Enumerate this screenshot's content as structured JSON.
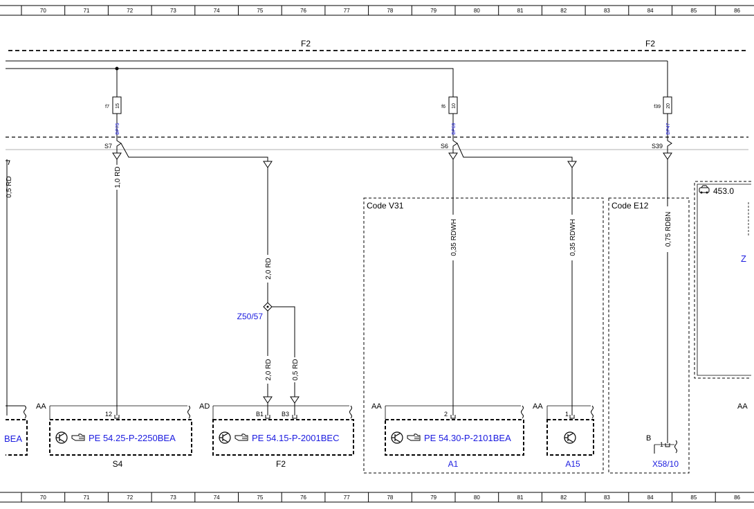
{
  "ruler": {
    "columns": [
      "70",
      "71",
      "72",
      "73",
      "74",
      "75",
      "76",
      "77",
      "78",
      "79",
      "80",
      "81",
      "82",
      "83",
      "84",
      "85",
      "86"
    ]
  },
  "bus": {
    "left": "F2",
    "right": "F2"
  },
  "fuses": [
    {
      "name": "f7",
      "rating": "15",
      "bp": "BP75"
    },
    {
      "name": "f6",
      "rating": "10",
      "bp": "BP69"
    },
    {
      "name": "f39",
      "rating": "20",
      "bp": "BP47"
    }
  ],
  "splices": [
    {
      "name": "S7"
    },
    {
      "name": "S6"
    },
    {
      "name": "S39"
    }
  ],
  "wires": {
    "left_edge": "0,5 RD",
    "s4": "1,0 RD",
    "f2_upper": "2,0 RD",
    "f2_lower": "2,0 RD",
    "f2_branch": "0,5 RD",
    "a1": "0,35 RDWH",
    "a15": "0,35 RDWH",
    "x58": "0,75 RDBN"
  },
  "junction": {
    "name": "Z50/57"
  },
  "codes": {
    "v31": "Code V31",
    "e12": "Code E12"
  },
  "vehicle": {
    "label": "453.0",
    "partial": "Z"
  },
  "modules": [
    {
      "id": "s4",
      "connector": "AA",
      "pin": "12",
      "pe": "PE 54.25-P-2250BEA",
      "name": "S4"
    },
    {
      "id": "f2",
      "connector": "AD",
      "pin": "B1",
      "pin2": "B3",
      "pe": "PE 54.15-P-2001BEC",
      "name": "F2"
    },
    {
      "id": "a1",
      "connector": "AA",
      "pin": "2",
      "pe": "PE 54.30-P-2101BEA",
      "name": "A1"
    },
    {
      "id": "a15",
      "connector": "AA",
      "pin": "1",
      "name": "A15"
    },
    {
      "id": "x58",
      "connector": "B",
      "pin": "1",
      "name": "X58/10"
    }
  ],
  "left_module": {
    "pe_suffix": "BEA"
  },
  "right_connector": "AA"
}
